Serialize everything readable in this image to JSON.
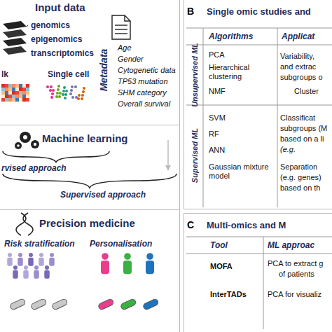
{
  "diagram": {
    "nodes": [
      {
        "text": [
          "Input data"
        ]
      },
      {
        "text": [
          "Machine learning"
        ]
      },
      {
        "text": [
          "Precision medicine"
        ]
      },
      {
        "text": [
          "B",
          "Single omic studies and"
        ]
      },
      {
        "text": [
          "C",
          "Multi-omics and M"
        ]
      }
    ],
    "labels": [
      "genomics",
      "epigenomics",
      "transcriptomics",
      "Metadata",
      "Age",
      "Gender",
      "Cytogenetic data",
      "TP53 mutation",
      "SHM category",
      "Overall survival",
      "lk",
      "Single cell",
      "rvised approach",
      "Supervised approach",
      "Risk stratification",
      "Personalisation",
      "Algorithms",
      "Applicat",
      "Unsupervised ML",
      "PCA",
      "Hierarchical clustering",
      "NMF",
      "Variability,",
      "and extrac",
      "subgroups o",
      "Cluster",
      "Supervised ML",
      "SVM",
      "RF",
      "ANN",
      "Gaussian mixture model",
      "Classificat",
      "subgroups (M",
      "based on a li",
      "(e.g.",
      "Separation",
      "(e.g. genes)",
      "based on th",
      "Tool",
      "ML approac",
      "MOFA",
      "PCA to extract g",
      "of patients",
      "InterTADs",
      "PCA for visualiz"
    ]
  }
}
